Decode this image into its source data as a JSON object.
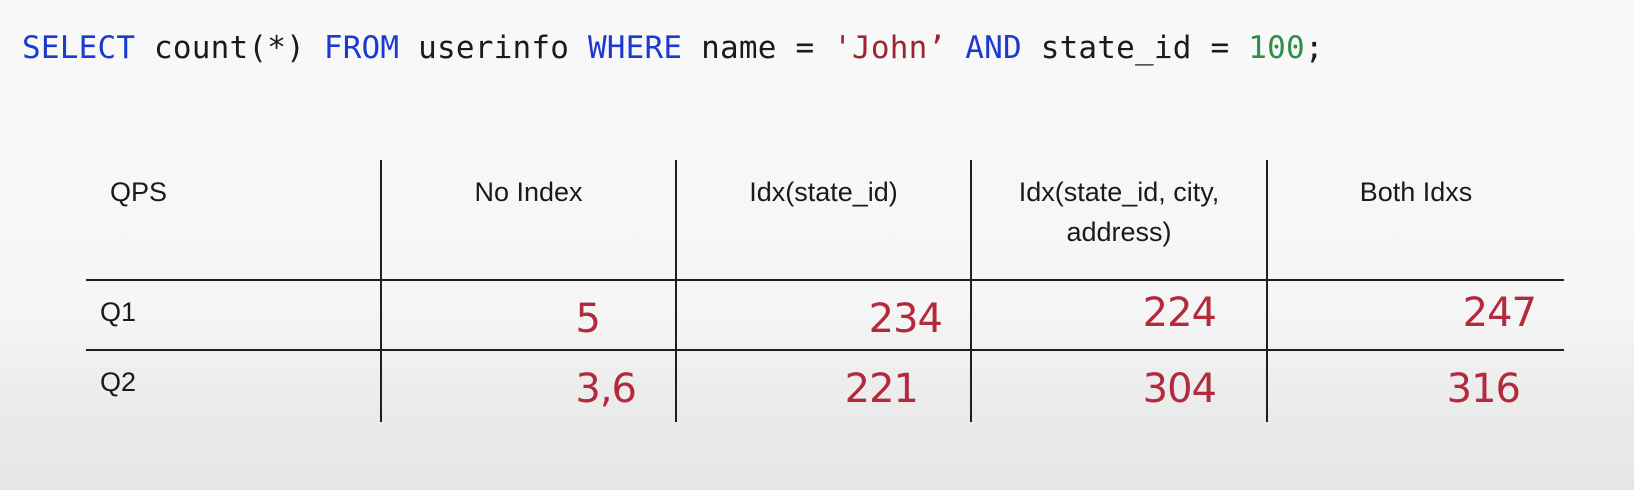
{
  "sql": {
    "tokens": [
      {
        "text": "SELECT",
        "kind": "keyword"
      },
      {
        "text": " count(*) ",
        "kind": "plain"
      },
      {
        "text": "FROM",
        "kind": "keyword"
      },
      {
        "text": " userinfo ",
        "kind": "plain"
      },
      {
        "text": "WHERE",
        "kind": "keyword"
      },
      {
        "text": " name = ",
        "kind": "plain"
      },
      {
        "text": "'John’",
        "kind": "string"
      },
      {
        "text": " ",
        "kind": "plain"
      },
      {
        "text": "AND",
        "kind": "keyword"
      },
      {
        "text": " state_id = ",
        "kind": "plain"
      },
      {
        "text": "100",
        "kind": "number"
      },
      {
        "text": ";",
        "kind": "plain"
      }
    ]
  },
  "table": {
    "corner_label": "QPS",
    "columns": [
      {
        "line1": "No Index",
        "line2": ""
      },
      {
        "line1": "Idx(state_id)",
        "line2": ""
      },
      {
        "line1": "Idx(state_id, city,",
        "line2": "address)"
      },
      {
        "line1": "Both Idxs",
        "line2": ""
      }
    ],
    "rows": [
      {
        "label": "Q1",
        "values": [
          "5",
          "234",
          "224",
          "247"
        ]
      },
      {
        "label": "Q2",
        "values": [
          "3,6",
          "221",
          "304",
          "316"
        ]
      }
    ]
  },
  "colors": {
    "keyword": "#1d3ad0",
    "string": "#9a2530",
    "number": "#2f8f46",
    "handwritten": "#b22a3c"
  }
}
